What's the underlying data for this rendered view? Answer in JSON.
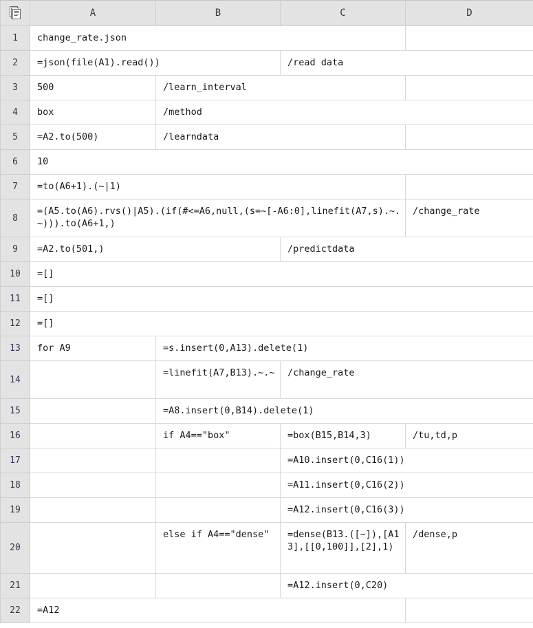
{
  "app": {
    "type": "spreadsheet",
    "corner_icon": "sheet-icon",
    "colors": {
      "header_bg": "#e3e3e3",
      "grid_line": "#d8d8d8",
      "header_line": "#cfcfcf",
      "cell_bg": "#ffffff",
      "text": "#1a1a1a",
      "row_number_text": "#2f3b52"
    }
  },
  "columns": [
    "A",
    "B",
    "C",
    "D"
  ],
  "rows": [
    {
      "num": "1",
      "height": "std",
      "cells": [
        {
          "col": "A",
          "span": 3,
          "text": "change_rate.json"
        },
        {
          "col": "D",
          "span": 1,
          "text": ""
        }
      ]
    },
    {
      "num": "2",
      "height": "std",
      "cells": [
        {
          "col": "A",
          "span": 2,
          "text": "=json(file(A1).read())"
        },
        {
          "col": "C",
          "span": 2,
          "text": "/read data"
        }
      ]
    },
    {
      "num": "3",
      "height": "std",
      "cells": [
        {
          "col": "A",
          "span": 1,
          "text": "500"
        },
        {
          "col": "B",
          "span": 2,
          "text": "/learn_interval"
        },
        {
          "col": "D",
          "span": 1,
          "text": ""
        }
      ]
    },
    {
      "num": "4",
      "height": "std",
      "cells": [
        {
          "col": "A",
          "span": 1,
          "text": "box"
        },
        {
          "col": "B",
          "span": 3,
          "text": "/method"
        }
      ]
    },
    {
      "num": "5",
      "height": "std",
      "cells": [
        {
          "col": "A",
          "span": 1,
          "text": "=A2.to(500)"
        },
        {
          "col": "B",
          "span": 2,
          "text": "/learndata"
        },
        {
          "col": "D",
          "span": 1,
          "text": ""
        }
      ]
    },
    {
      "num": "6",
      "height": "std",
      "cells": [
        {
          "col": "A",
          "span": 4,
          "text": "10"
        }
      ]
    },
    {
      "num": "7",
      "height": "std",
      "cells": [
        {
          "col": "A",
          "span": 3,
          "text": "=to(A6+1).(~|1)"
        },
        {
          "col": "D",
          "span": 1,
          "text": ""
        }
      ]
    },
    {
      "num": "8",
      "height": "tall",
      "cells": [
        {
          "col": "A",
          "span": 3,
          "text": "=(A5.to(A6).rvs()|A5).(if(#<=A6,null,(s=~[-A6:0],linefit(A7,s).~.~))).to(A6+1,)"
        },
        {
          "col": "D",
          "span": 1,
          "text": "/change_rate"
        }
      ]
    },
    {
      "num": "9",
      "height": "std",
      "cells": [
        {
          "col": "A",
          "span": 2,
          "text": "=A2.to(501,)"
        },
        {
          "col": "C",
          "span": 2,
          "text": "/predictdata"
        }
      ]
    },
    {
      "num": "10",
      "height": "std",
      "cells": [
        {
          "col": "A",
          "span": 4,
          "text": "=[]"
        }
      ]
    },
    {
      "num": "11",
      "height": "std",
      "cells": [
        {
          "col": "A",
          "span": 4,
          "text": "=[]"
        }
      ]
    },
    {
      "num": "12",
      "height": "std",
      "cells": [
        {
          "col": "A",
          "span": 4,
          "text": "=[]"
        }
      ]
    },
    {
      "num": "13",
      "height": "std",
      "cells": [
        {
          "col": "A",
          "span": 1,
          "text": "for A9"
        },
        {
          "col": "B",
          "span": 3,
          "text": "=s.insert(0,A13).delete(1)"
        }
      ]
    },
    {
      "num": "14",
      "height": "tall",
      "cells": [
        {
          "col": "A",
          "span": 1,
          "text": ""
        },
        {
          "col": "B",
          "span": 1,
          "text": "=linefit(A7,B13).~.~"
        },
        {
          "col": "C",
          "span": 2,
          "text": "/change_rate"
        }
      ]
    },
    {
      "num": "15",
      "height": "std",
      "cells": [
        {
          "col": "A",
          "span": 1,
          "text": ""
        },
        {
          "col": "B",
          "span": 3,
          "text": "=A8.insert(0,B14).delete(1)"
        }
      ]
    },
    {
      "num": "16",
      "height": "std",
      "cells": [
        {
          "col": "A",
          "span": 1,
          "text": ""
        },
        {
          "col": "B",
          "span": 1,
          "text": "if A4==\"box\""
        },
        {
          "col": "C",
          "span": 1,
          "text": "=box(B15,B14,3)"
        },
        {
          "col": "D",
          "span": 1,
          "text": "/tu,td,p"
        }
      ]
    },
    {
      "num": "17",
      "height": "std",
      "cells": [
        {
          "col": "A",
          "span": 1,
          "text": ""
        },
        {
          "col": "B",
          "span": 1,
          "text": ""
        },
        {
          "col": "C",
          "span": 2,
          "text": "=A10.insert(0,C16(1))"
        }
      ]
    },
    {
      "num": "18",
      "height": "std",
      "cells": [
        {
          "col": "A",
          "span": 1,
          "text": ""
        },
        {
          "col": "B",
          "span": 1,
          "text": ""
        },
        {
          "col": "C",
          "span": 2,
          "text": "=A11.insert(0,C16(2))"
        }
      ]
    },
    {
      "num": "19",
      "height": "std",
      "cells": [
        {
          "col": "A",
          "span": 1,
          "text": ""
        },
        {
          "col": "B",
          "span": 1,
          "text": ""
        },
        {
          "col": "C",
          "span": 2,
          "text": "=A12.insert(0,C16(3))"
        }
      ]
    },
    {
      "num": "20",
      "height": "xl",
      "cells": [
        {
          "col": "A",
          "span": 1,
          "text": ""
        },
        {
          "col": "B",
          "span": 1,
          "text": "else if A4==\"dense\""
        },
        {
          "col": "C",
          "span": 1,
          "text": "=dense(B13.([~]),[A13],[[0,100]],[2],1)"
        },
        {
          "col": "D",
          "span": 1,
          "text": "/dense,p"
        }
      ]
    },
    {
      "num": "21",
      "height": "std",
      "cells": [
        {
          "col": "A",
          "span": 1,
          "text": ""
        },
        {
          "col": "B",
          "span": 1,
          "text": ""
        },
        {
          "col": "C",
          "span": 2,
          "text": "=A12.insert(0,C20)"
        }
      ]
    },
    {
      "num": "22",
      "height": "std",
      "cells": [
        {
          "col": "A",
          "span": 3,
          "text": "=A12"
        },
        {
          "col": "D",
          "span": 1,
          "text": ""
        }
      ]
    }
  ]
}
